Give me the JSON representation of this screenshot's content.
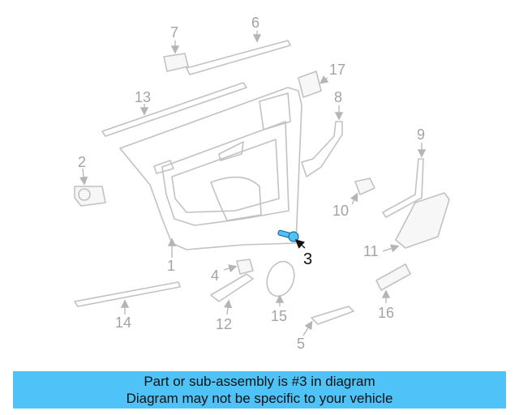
{
  "diagram": {
    "labels": {
      "p1": "1",
      "p2": "2",
      "p3": "3",
      "p4": "4",
      "p5": "5",
      "p6": "6",
      "p7": "7",
      "p8": "8",
      "p9": "9",
      "p10": "10",
      "p11": "11",
      "p12": "12",
      "p13": "13",
      "p14": "14",
      "p15": "15",
      "p16": "16",
      "p17": "17"
    },
    "highlight_part": "3",
    "colors": {
      "highlight": "#4fc3f7",
      "linework": "#c2c2c2",
      "label": "#a3a3a3"
    }
  },
  "banner": {
    "line1": "Part or sub-assembly is #3 in diagram",
    "line2": "Diagram may not be specific to your vehicle"
  }
}
